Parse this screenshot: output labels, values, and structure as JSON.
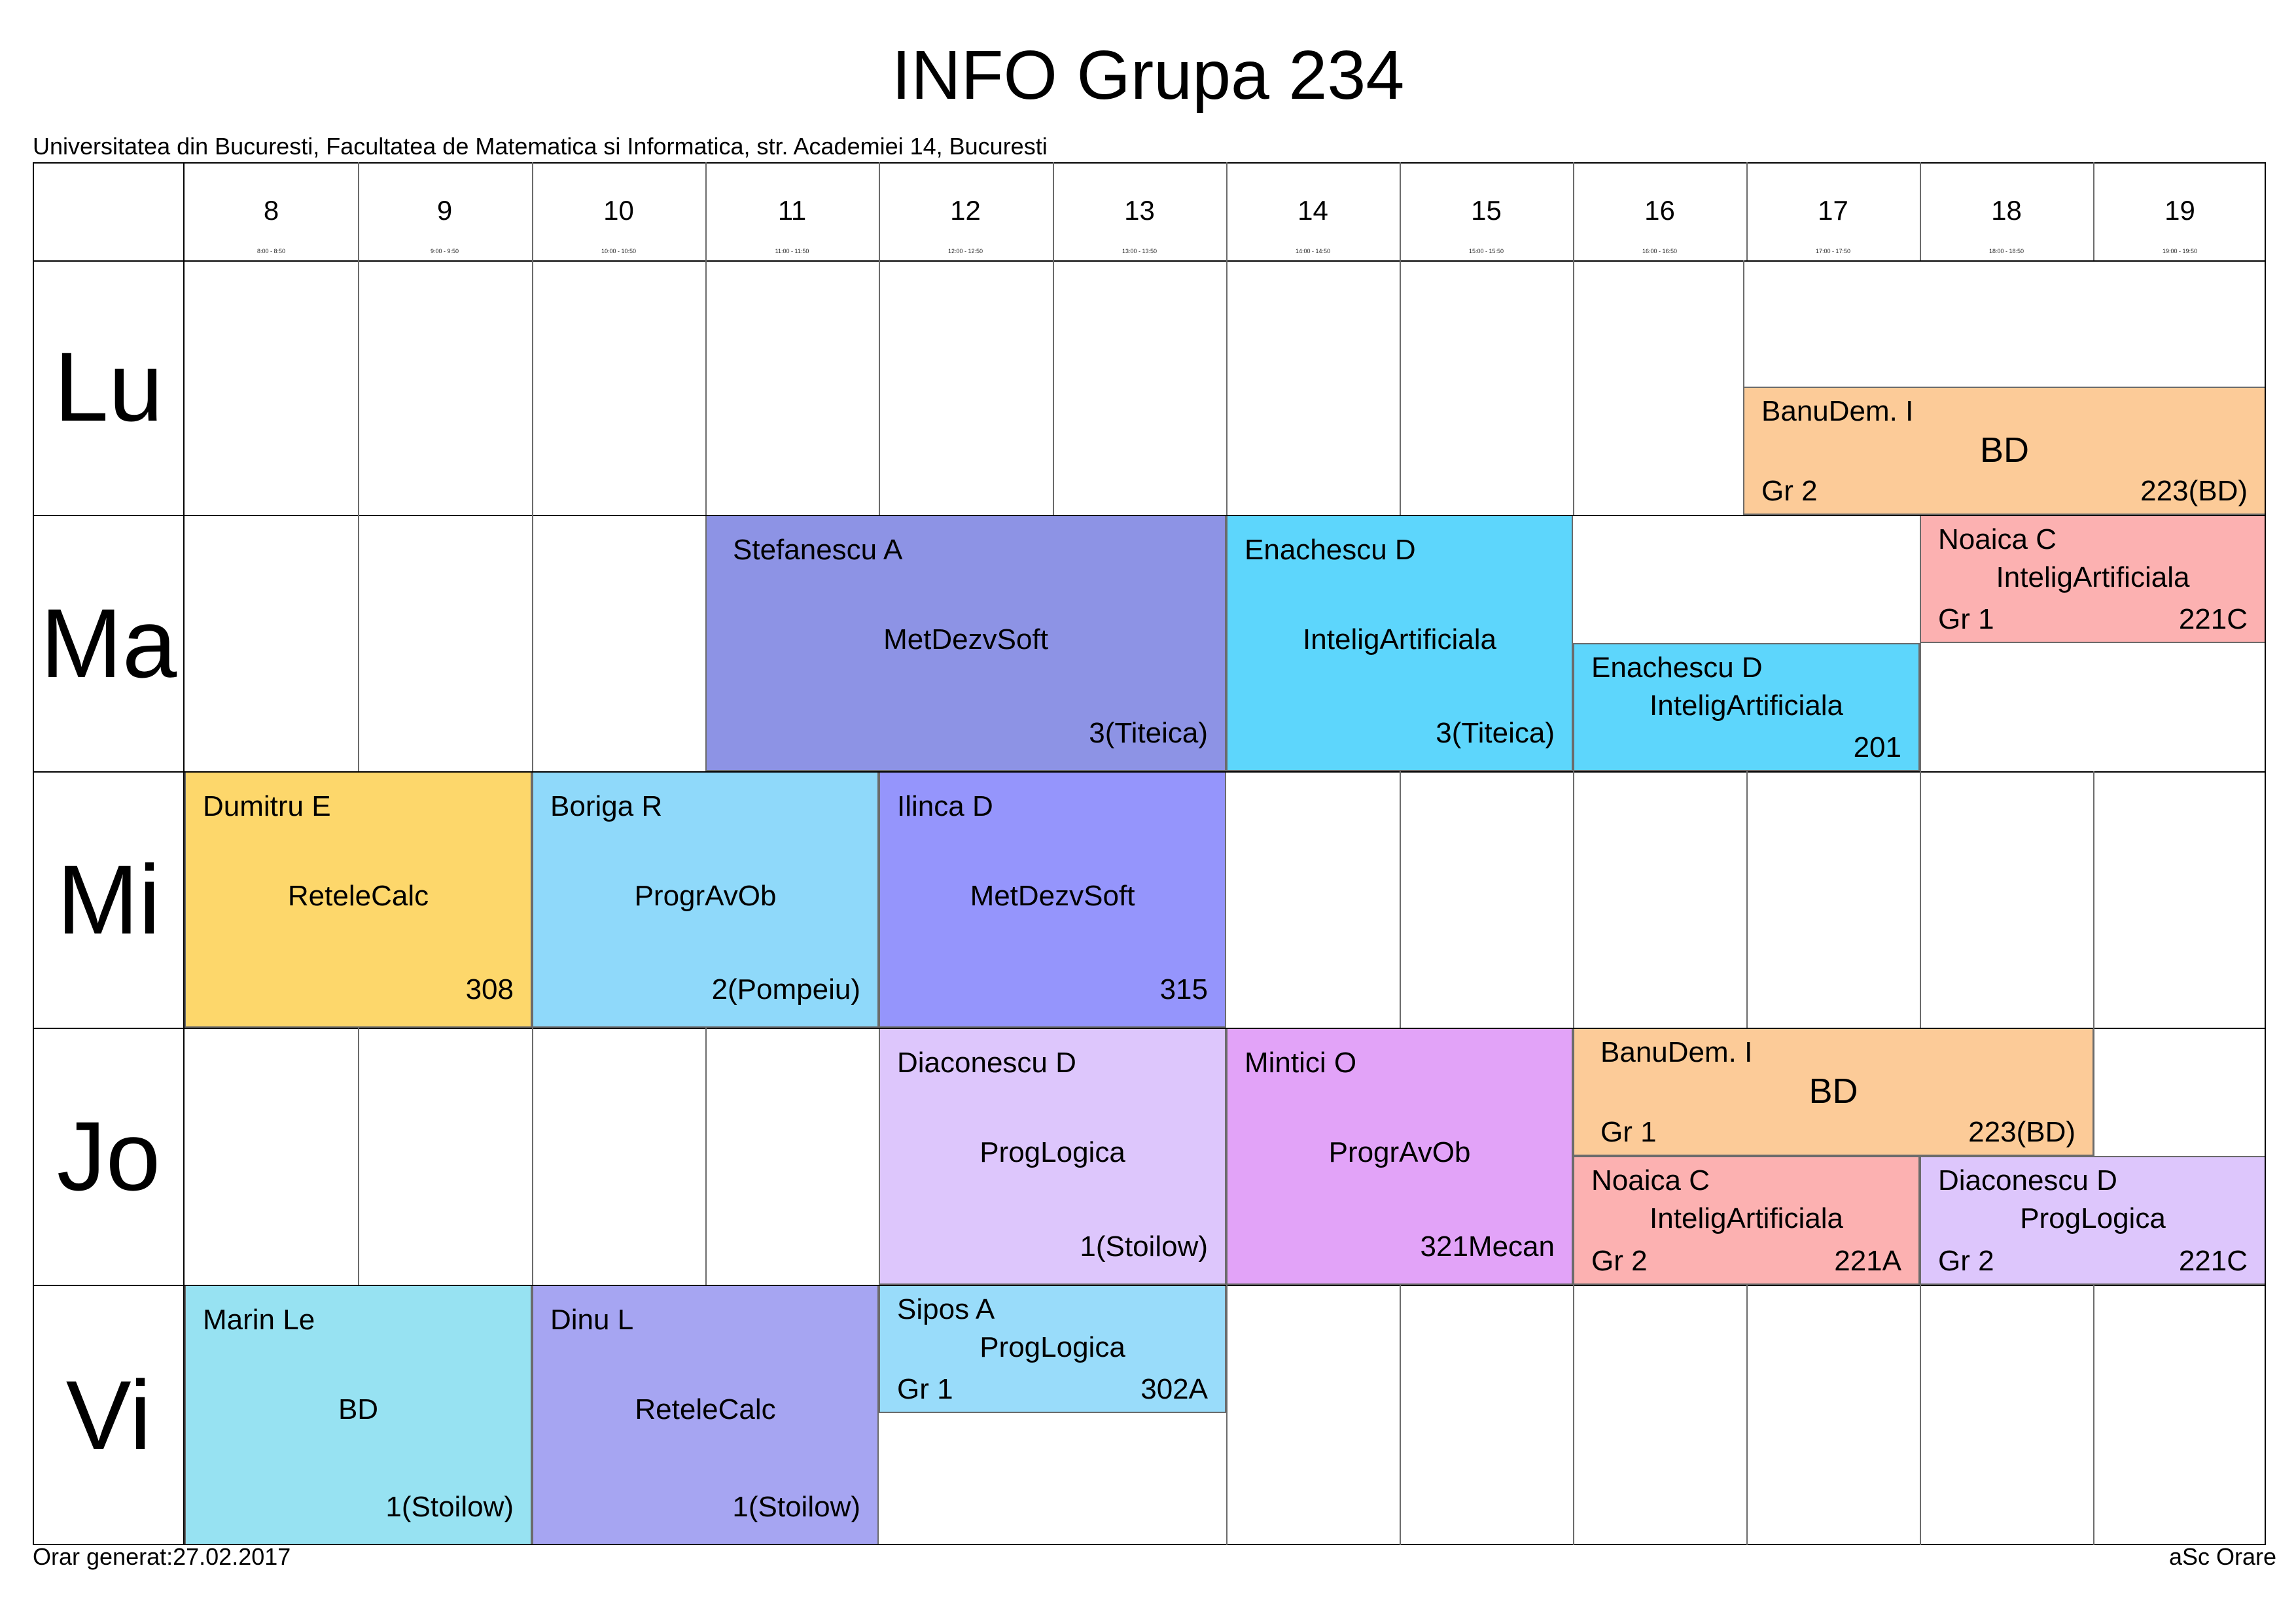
{
  "header": {
    "title": "INFO Grupa 234",
    "subtitle": "Universitatea din Bucuresti, Facultatea de Matematica si Informatica, str. Academiei 14, Bucuresti"
  },
  "hours": [
    {
      "label": "8",
      "range": "8:00 - 8:50"
    },
    {
      "label": "9",
      "range": "9:00 - 9:50"
    },
    {
      "label": "10",
      "range": "10:00 - 10:50"
    },
    {
      "label": "11",
      "range": "11:00 - 11:50"
    },
    {
      "label": "12",
      "range": "12:00 - 12:50"
    },
    {
      "label": "13",
      "range": "13:00 - 13:50"
    },
    {
      "label": "14",
      "range": "14:00 - 14:50"
    },
    {
      "label": "15",
      "range": "15:00 - 15:50"
    },
    {
      "label": "16",
      "range": "16:00 - 16:50"
    },
    {
      "label": "17",
      "range": "17:00 - 17:50"
    },
    {
      "label": "18",
      "range": "18:00 - 18:50"
    },
    {
      "label": "19",
      "range": "19:00 - 19:50"
    }
  ],
  "days": [
    "Lu",
    "Ma",
    "Mi",
    "Jo",
    "Vi"
  ],
  "colors": {
    "orange": "#FCCB98",
    "pink": "#FCB1B1",
    "slate_blue": "#8D93E5",
    "cyan": "#5DD6FC",
    "yellow": "#FDD76B",
    "light_blue": "#8FD9FA",
    "periwinkle": "#9595FC",
    "lavender": "#DDC6FC",
    "violet": "#E2A3F8",
    "sky": "#97E2F2",
    "lilac": "#A6A5F2",
    "pale_blue": "#99DCFA"
  },
  "lessons": [
    {
      "day": "Lu",
      "teacher": "BanuDem. I",
      "subject": "BD",
      "group": "Gr 2",
      "room": "223(BD)"
    },
    {
      "day": "Ma",
      "teacher": "Stefanescu A",
      "subject": "MetDezvSoft",
      "room": "3(Titeica)"
    },
    {
      "day": "Ma",
      "teacher": "Enachescu D",
      "subject": "InteligArtificiala",
      "room": "3(Titeica)"
    },
    {
      "day": "Ma",
      "teacher": "Enachescu D",
      "subject": "InteligArtificiala",
      "room": "201"
    },
    {
      "day": "Ma",
      "teacher": "Noaica C",
      "subject": "InteligArtificiala",
      "group": "Gr 1",
      "room": "221C"
    },
    {
      "day": "Mi",
      "teacher": "Dumitru E",
      "subject": "ReteleCalc",
      "room": "308"
    },
    {
      "day": "Mi",
      "teacher": "Boriga R",
      "subject": "ProgrAvOb",
      "room": "2(Pompeiu)"
    },
    {
      "day": "Mi",
      "teacher": "Ilinca D",
      "subject": "MetDezvSoft",
      "room": "315"
    },
    {
      "day": "Jo",
      "teacher": "Diaconescu D",
      "subject": "ProgLogica",
      "room": "1(Stoilow)"
    },
    {
      "day": "Jo",
      "teacher": "Mintici O",
      "subject": "ProgrAvOb",
      "room": "321Mecan"
    },
    {
      "day": "Jo",
      "teacher": "BanuDem. I",
      "subject": "BD",
      "group": "Gr 1",
      "room": "223(BD)"
    },
    {
      "day": "Jo",
      "teacher": "Noaica C",
      "subject": "InteligArtificiala",
      "group": "Gr 2",
      "room": "221A"
    },
    {
      "day": "Jo",
      "teacher": "Diaconescu D",
      "subject": "ProgLogica",
      "group": "Gr 2",
      "room": "221C"
    },
    {
      "day": "Vi",
      "teacher": "Marin Le",
      "subject": "BD",
      "room": "1(Stoilow)"
    },
    {
      "day": "Vi",
      "teacher": "Dinu L",
      "subject": "ReteleCalc",
      "room": "1(Stoilow)"
    },
    {
      "day": "Vi",
      "teacher": "Sipos A",
      "subject": "ProgLogica",
      "group": "Gr 1",
      "room": "302A"
    }
  ],
  "footer": {
    "generated": "Orar generat:27.02.2017",
    "brand": "aSc Orare"
  }
}
